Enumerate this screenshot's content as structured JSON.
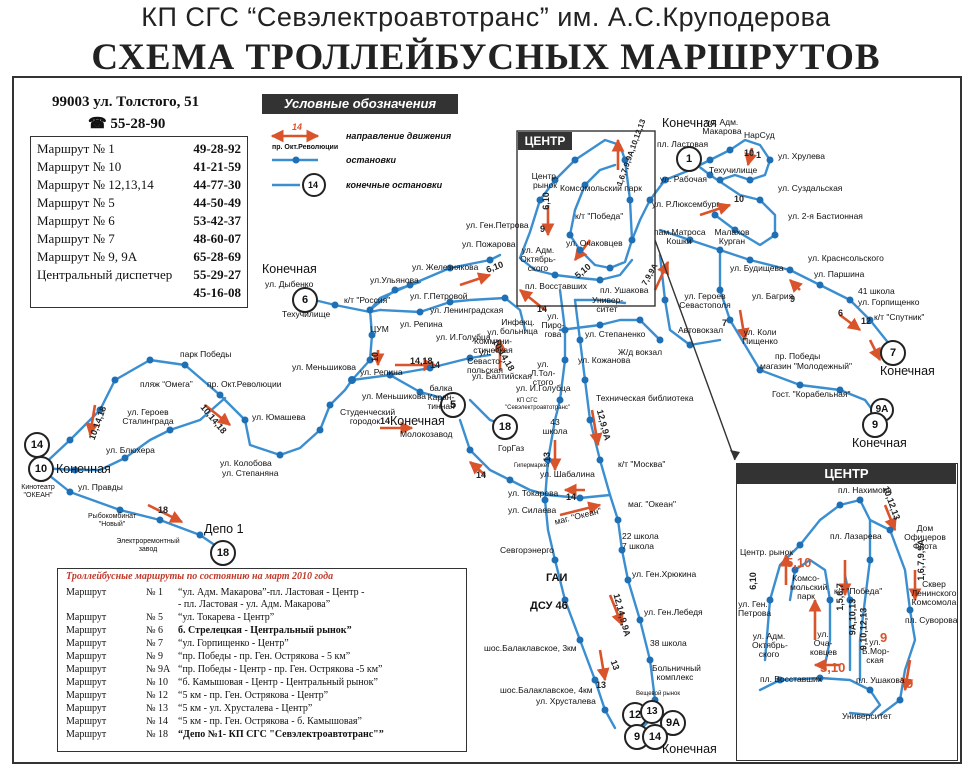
{
  "header": {
    "org": "КП СГС “Севэлектроавтотранс” им. А.С.Круподерова",
    "title": "СХЕМА ТРОЛЛЕЙБУСНЫХ МАРШРУТОВ"
  },
  "address": {
    "line": "99003  ул. Толстого, 51",
    "phone": "☎ 55-28-90"
  },
  "phones": [
    {
      "label": "Маршрут № 1",
      "number": "49-28-92"
    },
    {
      "label": "Маршрут № 10",
      "number": "41-21-59"
    },
    {
      "label": "Маршрут № 12,13,14",
      "number": "44-77-30"
    },
    {
      "label": "Маршрут № 5",
      "number": "44-50-49"
    },
    {
      "label": "Маршрут № 6",
      "number": "53-42-37"
    },
    {
      "label": "Маршрут № 7",
      "number": "48-60-07"
    },
    {
      "label": "Маршрут № 9, 9А",
      "number": "65-28-69"
    },
    {
      "label": "Центральный диспетчер",
      "number": "55-29-27"
    },
    {
      "label": "",
      "number": "45-16-08"
    }
  ],
  "legend": {
    "title": "Условные обозначения",
    "arrow_num": "14",
    "direction": "направление движения",
    "stop_sample": "пр. Окт.Революции",
    "stops": "остановки",
    "terminal_num": "14",
    "terminals": "конечные остановки"
  },
  "colors": {
    "route": "#3b8fd0",
    "stop": "#1f6fb5",
    "arrow": "#d9532b",
    "ink": "#222222"
  },
  "centre": {
    "title": "ЦЕНТР",
    "inset_title": "ЦЕНТР"
  },
  "stops": [
    {
      "text": "Конечная",
      "big": true
    },
    {
      "text": "пл. Ластовая"
    },
    {
      "text": "ул. Адм. Макарова"
    },
    {
      "text": "НарСуд"
    },
    {
      "text": "ул. Хрулева"
    },
    {
      "text": "ул. Рабочая"
    },
    {
      "text": "Техучилище"
    },
    {
      "text": "ул. Суздальская"
    },
    {
      "text": "ул. Р.Люксембург"
    },
    {
      "text": "ул. 2-я Бастионная"
    },
    {
      "text": "пам.Матроса Кошки"
    },
    {
      "text": "Малахов Курган"
    },
    {
      "text": "ул. Краснсольского"
    },
    {
      "text": "ул. Будищева"
    },
    {
      "text": "ул. Паршина"
    },
    {
      "text": "41 школа"
    },
    {
      "text": "ул. Горпищенко"
    },
    {
      "text": "к/т \"Спутник\""
    },
    {
      "text": "ул. Героев Севастополя"
    },
    {
      "text": "ул. Багрия"
    },
    {
      "text": "Автовокзал"
    },
    {
      "text": "ул. Коли Пищенко"
    },
    {
      "text": "пр. Победы"
    },
    {
      "text": "Ж/д вокзал"
    },
    {
      "text": "магазин \"Молодежный\""
    },
    {
      "text": "Гост. \"Корабельная\""
    },
    {
      "text": "Конечная",
      "big": true
    },
    {
      "text": "Конечная",
      "big": true
    },
    {
      "text": "Центр. рынок"
    },
    {
      "text": "Комсомольский парк"
    },
    {
      "text": "к/т \"Победа\""
    },
    {
      "text": "ул. Ген.Петрова"
    },
    {
      "text": "ул. Адм. Октябрь-ского"
    },
    {
      "text": "ул. Очаковцев"
    },
    {
      "text": "пл. Восставших"
    },
    {
      "text": "пл. Ушакова"
    },
    {
      "text": "Универ-ситет"
    },
    {
      "text": "ул. Пожарова"
    },
    {
      "text": "ул. Железнякова"
    },
    {
      "text": "Конечная",
      "big": true
    },
    {
      "text": "ул. Дыбенко"
    },
    {
      "text": "ул.Ульянова"
    },
    {
      "text": "к/т \"Россия\""
    },
    {
      "text": "ул. Г.Петровой"
    },
    {
      "text": "Техучилище"
    },
    {
      "text": "ЦУМ"
    },
    {
      "text": "ул. Репина"
    },
    {
      "text": "ул. Ленинградская"
    },
    {
      "text": "ул. И.Голубца"
    },
    {
      "text": "Инфекц. больница"
    },
    {
      "text": "ул. Пиро-гова"
    },
    {
      "text": "ул. Степаненко"
    },
    {
      "text": "ул. Кожанова"
    },
    {
      "text": "ул. Коммуни-стическая"
    },
    {
      "text": "ул. Севасто-польская"
    },
    {
      "text": "ул. Балтийская"
    },
    {
      "text": "ул. Л.Тол-стого"
    },
    {
      "text": "ул. И.Голубца"
    },
    {
      "text": "КП СГС \"Севэлектроавтотранс\""
    },
    {
      "text": "Техническая библиотека"
    },
    {
      "text": "парк Победы"
    },
    {
      "text": "пляж “Омега”"
    },
    {
      "text": "пр. Окт.Революции"
    },
    {
      "text": "ул. Меньшикова"
    },
    {
      "text": "ул. Репина"
    },
    {
      "text": "ул. Меньшикова"
    },
    {
      "text": "балка Каран-тинная"
    },
    {
      "text": "Студенческий городок"
    },
    {
      "text": "ул. Героев Сталинграда"
    },
    {
      "text": "ул. Юмашева"
    },
    {
      "text": "ул. Блюхера"
    },
    {
      "text": "ул. Колобова"
    },
    {
      "text": "ул. Степаняна"
    },
    {
      "text": "Конечная",
      "big": true
    },
    {
      "text": "Молокозавод"
    },
    {
      "text": "43 школа"
    },
    {
      "text": "ГорГаз"
    },
    {
      "text": "к/т \"Москва\""
    },
    {
      "text": "ул. Шабалина"
    },
    {
      "text": "Гипермаркет"
    },
    {
      "text": "ул. Токарева"
    },
    {
      "text": "ул. Силаева"
    },
    {
      "text": "маг. \"Океан\""
    },
    {
      "text": "Конечная",
      "big": true
    },
    {
      "text": "Кинотеатр \"ОКЕАН\""
    },
    {
      "text": "ул. Правды"
    },
    {
      "text": "Рыбокомбинат \"Новый\""
    },
    {
      "text": "Электроремонтный завод"
    },
    {
      "text": "Депо 1",
      "big": true
    },
    {
      "text": "маг. \"Океан\""
    },
    {
      "text": "22 школа"
    },
    {
      "text": "7 школа"
    },
    {
      "text": "Севгорэнерго"
    },
    {
      "text": "ул. Ген.Хрюкина"
    },
    {
      "text": "ГАИ"
    },
    {
      "text": "ДСУ 46"
    },
    {
      "text": "ул. Ген.Лебедя"
    },
    {
      "text": "38 школа"
    },
    {
      "text": "шос.Балаклавское, 3км"
    },
    {
      "text": "Больничный комплекс"
    },
    {
      "text": "шос.Балаклавское, 4км"
    },
    {
      "text": "ул. Хрусталева"
    },
    {
      "text": "Вещевой рынок"
    },
    {
      "text": "Конечная",
      "big": true
    },
    {
      "text": "пл. Нахимова"
    },
    {
      "text": "пл. Лазарева"
    },
    {
      "text": "Дом Офицеров Флота"
    },
    {
      "text": "Центр. рынок"
    },
    {
      "text": "Комсо-мольский парк"
    },
    {
      "text": "к/т \"Победа\""
    },
    {
      "text": "Сквер Ленинского Комсомола"
    },
    {
      "text": "ул. Ген. Петрова"
    },
    {
      "text": "ул. Адм. Октябрь-ского"
    },
    {
      "text": "ул. Оча-ковцев"
    },
    {
      "text": "ул. Б.Мор-ская"
    },
    {
      "text": "пл. Суворова"
    },
    {
      "text": "пл. Восставших"
    },
    {
      "text": "пл. Ушакова"
    },
    {
      "text": "Университет"
    }
  ],
  "terminals": [
    "1",
    "7",
    "9А",
    "9",
    "6",
    "5",
    "18",
    "14",
    "10",
    "18",
    "12",
    "13",
    "9А",
    "9",
    "14"
  ],
  "route_arrows": [
    "14",
    "14",
    "6,10",
    "1,6,7,9,9А,10,12,13",
    "7,9,9А",
    "1",
    "10",
    "7",
    "6,10",
    "9",
    "9",
    "5,10",
    "12",
    "10",
    "6",
    "10",
    "14,18",
    "10,14,18",
    "10,14,18",
    "10,14,18",
    "18",
    "13",
    "12,9,9А",
    "14",
    "14",
    "14",
    "13",
    "12,14,9,9А",
    "13",
    "10,12,13",
    "1,6,7,9,9А",
    "5,10",
    "1,5,6,7",
    "9А,10,13",
    "6,10",
    "9",
    "9,10,12,13",
    "5,10",
    "9"
  ],
  "schedule": {
    "caption": "Троллейбусные маршруты по состоянию на    март 2010 года",
    "rows": [
      {
        "m": "Маршрут",
        "n": "№ 1",
        "d": "“ул. Адм. Макарова”-пл. Ластовая - Центр -"
      },
      {
        "m": "",
        "n": "",
        "d": "- пл. Ластовая - ул. Адм. Макарова”"
      },
      {
        "m": "Маршрут",
        "n": "№ 5",
        "d": "“ул. Токарева - Центр”"
      },
      {
        "m": "Маршрут",
        "n": "№ 6",
        "d": "б. Стрелецкая  - Центральный рынок”"
      },
      {
        "m": "Маршрут",
        "n": "№ 7",
        "d": "“ул. Горпищенко - Центр”"
      },
      {
        "m": "Маршрут",
        "n": "№ 9",
        "d": "“пр. Победы - пр. Ген. Острякова - 5 км”"
      },
      {
        "m": "Маршрут",
        "n": "№ 9А",
        "d": "“пр. Победы - Центр - пр. Ген. Острякова -5 км”"
      },
      {
        "m": "Маршрут",
        "n": "№ 10",
        "d": "“б. Камышовая - Центр - Центральный рынок”"
      },
      {
        "m": "Маршрут",
        "n": "№ 12",
        "d": "“5 км - пр. Ген. Острякова - Центр”"
      },
      {
        "m": "Маршрут",
        "n": "№ 13",
        "d": "“5 км - ул. Хрусталева - Центр”"
      },
      {
        "m": "Маршрут",
        "n": "№ 14",
        "d": "“5 км - пр. Ген. Острякова - б. Камышовая”"
      },
      {
        "m": "Маршрут",
        "n": "№ 18",
        "d": "“Депо №1- КП СГС \"Севэлектроавтотранс\"”"
      }
    ]
  }
}
